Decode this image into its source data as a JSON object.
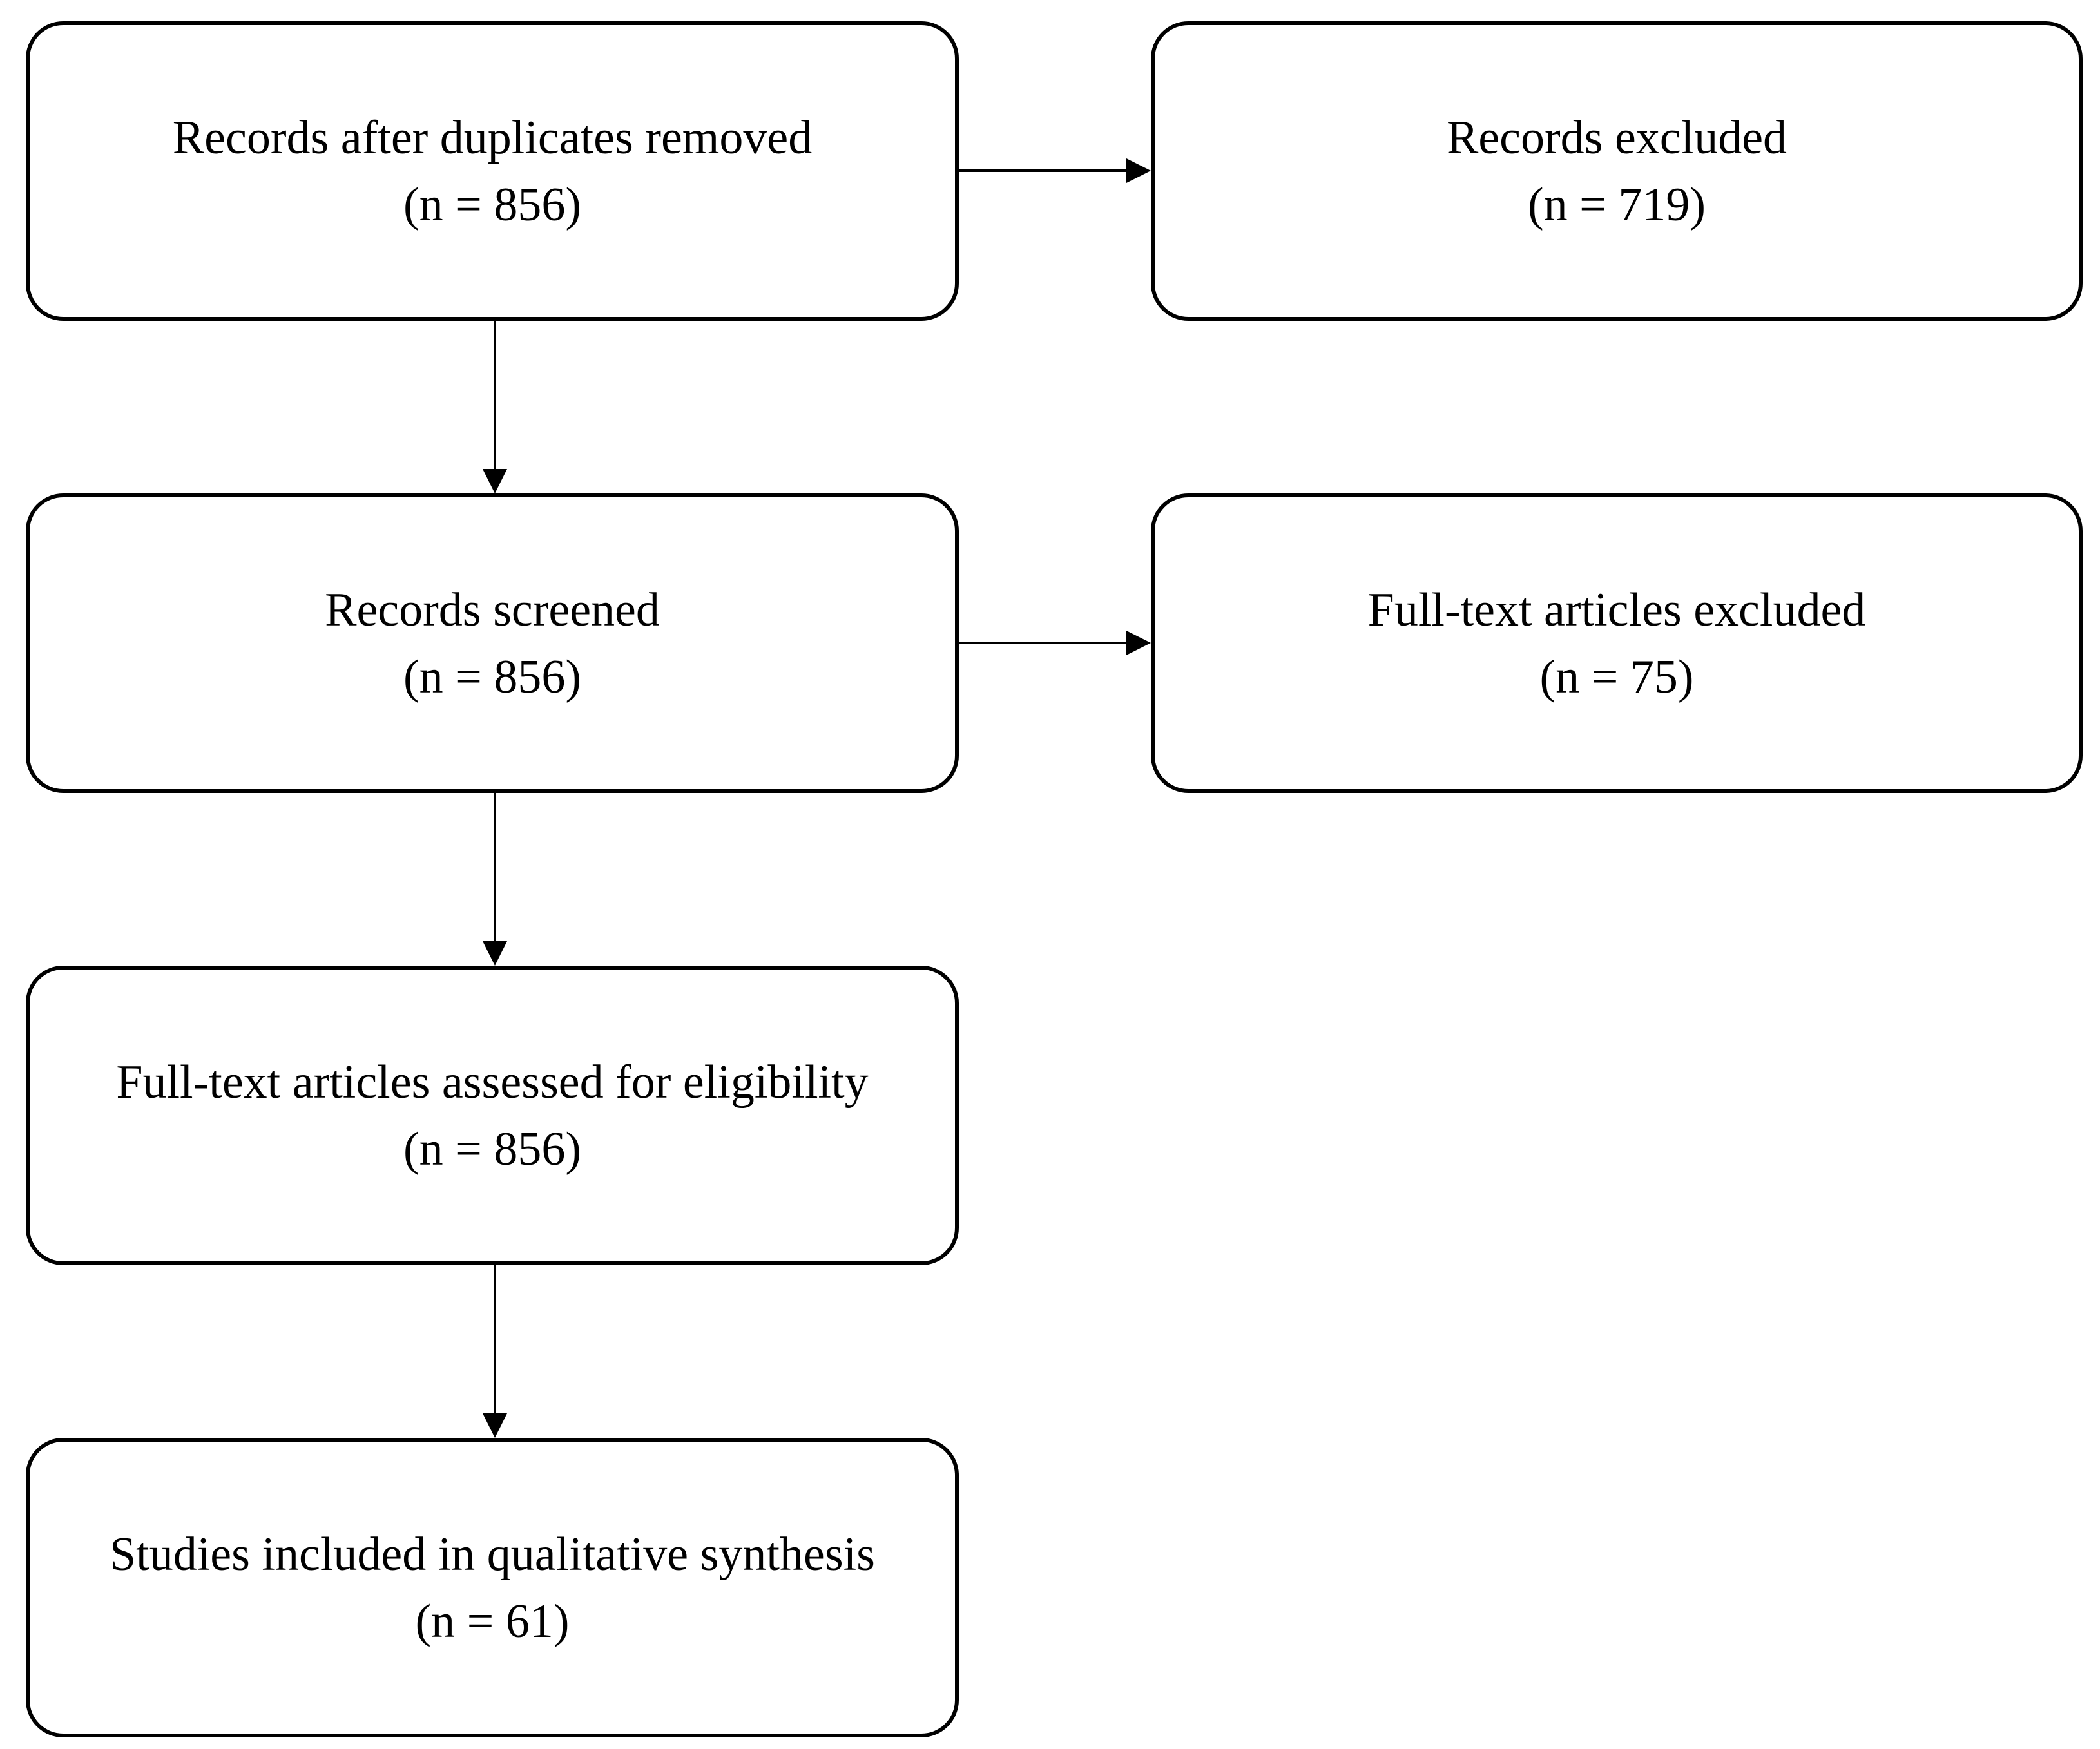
{
  "boxes": {
    "duplicates_removed": {
      "label": "Records after duplicates removed",
      "count": "(n = 856)"
    },
    "records_excluded": {
      "label": "Records excluded",
      "count": "(n = 719)"
    },
    "records_screened": {
      "label": "Records screened",
      "count": "(n = 856)"
    },
    "fulltext_excluded": {
      "label": "Full-text articles excluded",
      "count": "(n = 75)"
    },
    "fulltext_assessed": {
      "label": "Full-text articles assessed for eligibility",
      "count": "(n = 856)"
    },
    "studies_included": {
      "label": "Studies included in qualitative synthesis",
      "count": "(n = 61)"
    }
  },
  "edges": [
    {
      "from": "duplicates_removed",
      "to": "records_excluded",
      "direction": "right"
    },
    {
      "from": "duplicates_removed",
      "to": "records_screened",
      "direction": "down"
    },
    {
      "from": "records_screened",
      "to": "fulltext_excluded",
      "direction": "right"
    },
    {
      "from": "records_screened",
      "to": "fulltext_assessed",
      "direction": "down"
    },
    {
      "from": "fulltext_assessed",
      "to": "studies_included",
      "direction": "down"
    }
  ],
  "colors": {
    "stroke": "#000000",
    "background": "#ffffff",
    "text": "#000000"
  }
}
